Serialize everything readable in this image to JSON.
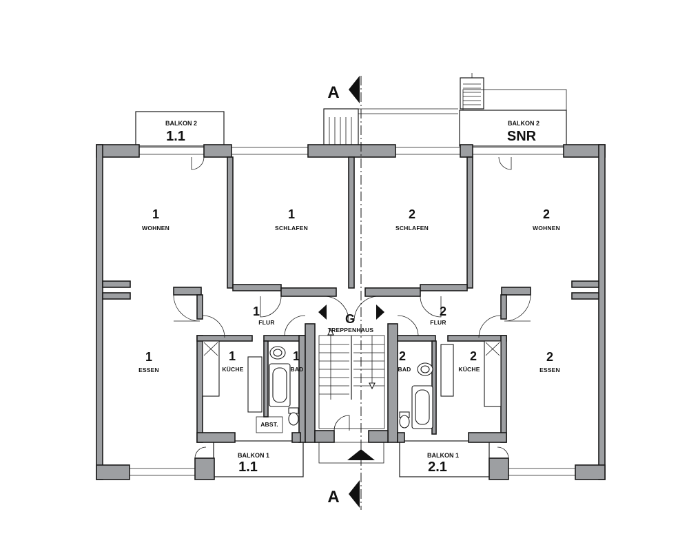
{
  "section_marks": {
    "top": "A",
    "bottom": "A"
  },
  "rooms": {
    "wohnen_1": {
      "number": "1",
      "label": "WOHNEN"
    },
    "schlafen_1": {
      "number": "1",
      "label": "SCHLAFEN"
    },
    "schlafen_2": {
      "number": "2",
      "label": "SCHLAFEN"
    },
    "wohnen_2": {
      "number": "2",
      "label": "WOHNEN"
    },
    "essen_1": {
      "number": "1",
      "label": "ESSEN"
    },
    "essen_2": {
      "number": "2",
      "label": "ESSEN"
    },
    "flur_1": {
      "number": "1",
      "label": "FLUR"
    },
    "flur_2": {
      "number": "2",
      "label": "FLUR"
    },
    "treppenhaus": {
      "number": "G",
      "label": "TREPPENHAUS"
    },
    "kueche_1": {
      "number": "1",
      "label": "KÜCHE"
    },
    "bad_1": {
      "number": "1",
      "label": "BAD"
    },
    "bad_2": {
      "number": "2",
      "label": "BAD"
    },
    "kueche_2": {
      "number": "2",
      "label": "KÜCHE"
    },
    "abst": {
      "label": "ABST."
    }
  },
  "balconies": {
    "top_left": {
      "label": "BALKON 2",
      "number": "1.1"
    },
    "top_right": {
      "label": "BALKON 2",
      "number": "SNR"
    },
    "bottom_left": {
      "label": "BALKON 1",
      "number": "1.1"
    },
    "bottom_right": {
      "label": "BALKON 1",
      "number": "2.1"
    }
  }
}
